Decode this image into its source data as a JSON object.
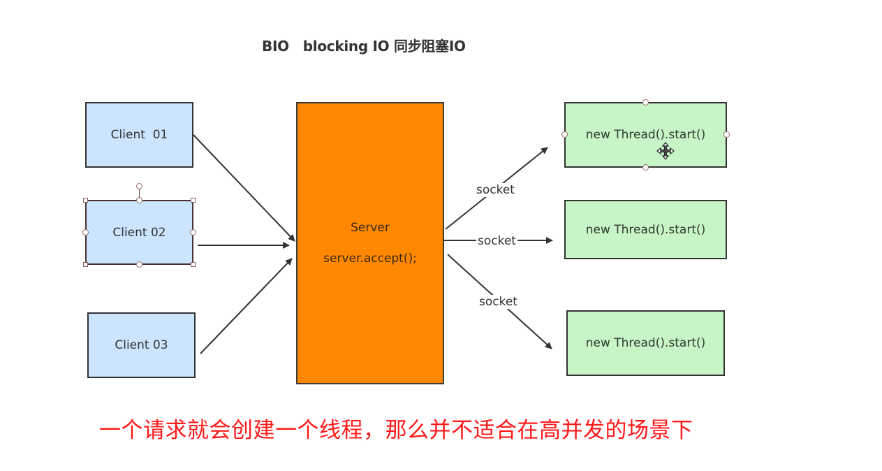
{
  "title": "BIO   blocking IO 同步阻塞IO",
  "clients": [
    {
      "label": "Client  01"
    },
    {
      "label": "Client 02",
      "selected": true
    },
    {
      "label": "Client 03"
    }
  ],
  "server": {
    "label": "Server",
    "code": "server.accept();",
    "fill": "#ff8800"
  },
  "threads": [
    {
      "label": "new Thread().start()"
    },
    {
      "label": "new Thread().start()"
    },
    {
      "label": "new Thread().start()"
    }
  ],
  "connections": [
    {
      "label": "socket"
    },
    {
      "label": "socket"
    },
    {
      "label": "socket"
    }
  ],
  "note": "一个请求就会创建一个线程，那么并不适合在高并发的场景下",
  "colors": {
    "client_fill": "#cce5ff",
    "thread_fill": "#c8f5c8",
    "server_fill": "#ff8800",
    "note_color": "#ff1a1a",
    "stroke": "#333333"
  },
  "cursor_icon": "move-cursor-icon"
}
